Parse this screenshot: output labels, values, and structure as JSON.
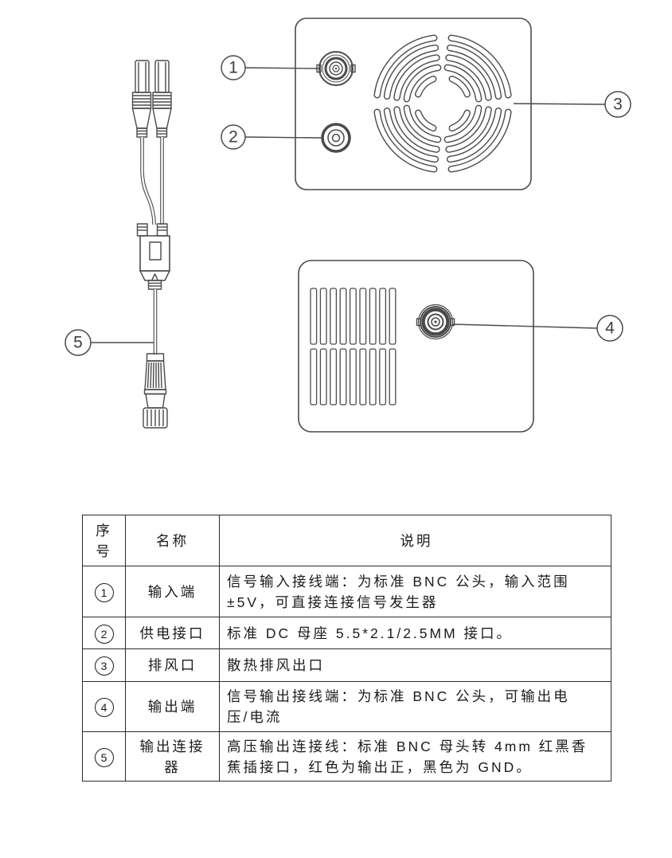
{
  "colors": {
    "line": "#4a4a4a",
    "table_border": "#2b2b2b",
    "text": "#1b1b1b",
    "background": "#ffffff"
  },
  "figure": {
    "callouts": [
      {
        "label": "1"
      },
      {
        "label": "2"
      },
      {
        "label": "3"
      },
      {
        "label": "4"
      },
      {
        "label": "5"
      }
    ]
  },
  "table": {
    "headers": {
      "index": "序\n号",
      "name": "名称",
      "description": "说明"
    },
    "rows": [
      {
        "num": "1",
        "name": "输入端",
        "description": "信号输入接线端：为标准 BNC 公头，输入范围\n±5V，可直接连接信号发生器"
      },
      {
        "num": "2",
        "name": "供电接口",
        "description": "标准 DC 母座 5.5*2.1/2.5MM 接口。"
      },
      {
        "num": "3",
        "name": "排风口",
        "description": "散热排风出口"
      },
      {
        "num": "4",
        "name": "输出端",
        "description": "信号输出接线端：为标准 BNC 公头，可输出电\n压/电流"
      },
      {
        "num": "5",
        "name": "输出连接\n器",
        "description": "高压输出连接线：标准 BNC 母头转 4mm 红黑香\n蕉插接口，红色为输出正，黑色为 GND。"
      }
    ]
  }
}
